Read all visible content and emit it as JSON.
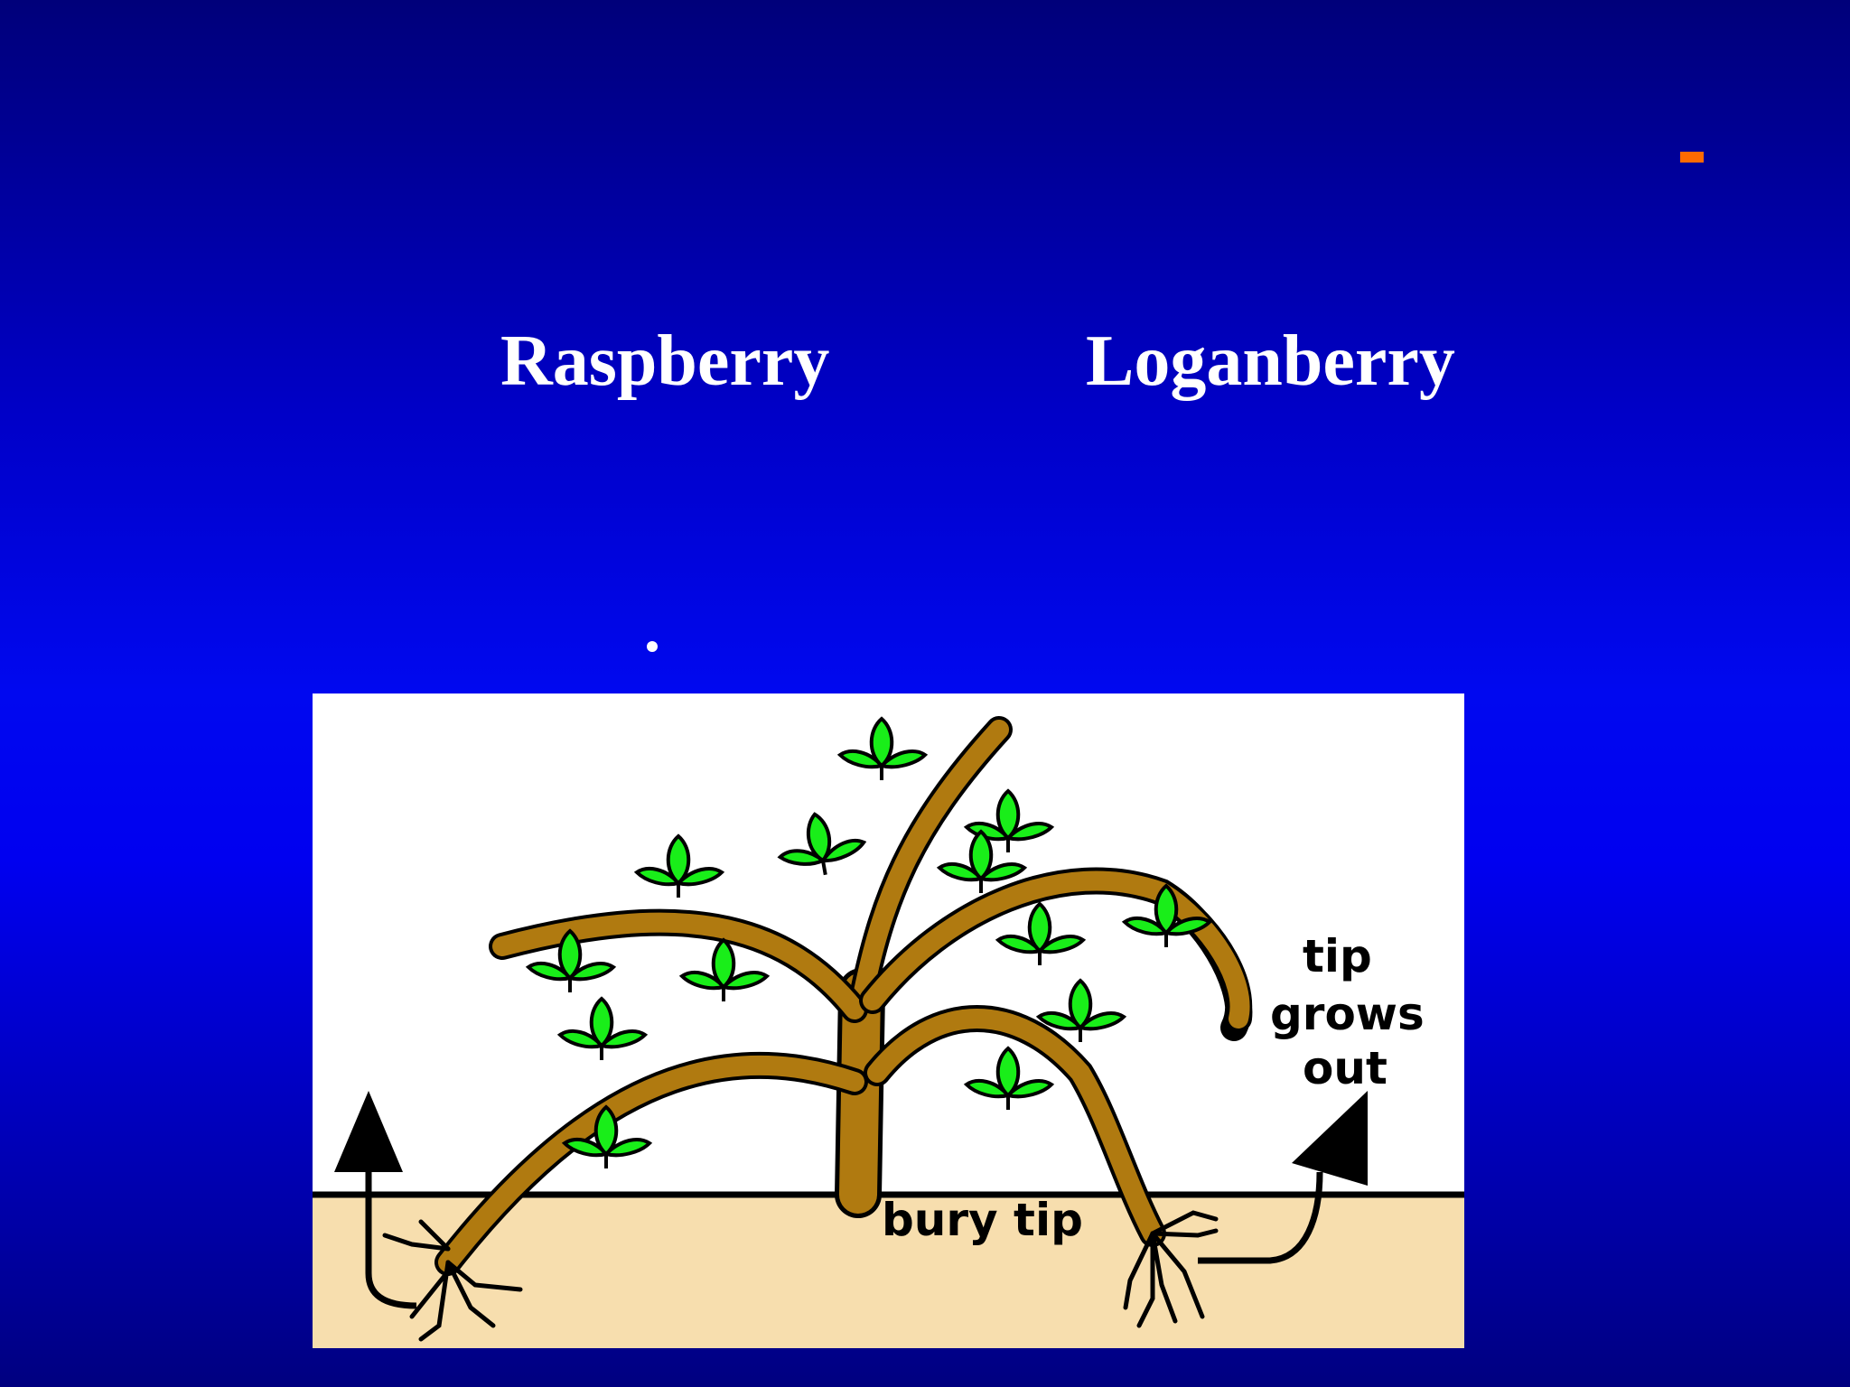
{
  "slide": {
    "titles": {
      "left": "Raspberry",
      "right": "Loganberry"
    },
    "accent_color": "#ff6a00",
    "bullet_color": "#ffffff",
    "background_colors": [
      "#00007a",
      "#0008f0",
      "#000080"
    ]
  },
  "diagram": {
    "sky_color": "#ffffff",
    "soil_color": "#f7deae",
    "stem_color": "#b07a10",
    "leaf_color": "#19ee19",
    "labels": {
      "tip_line1": "tip",
      "tip_line2": "grows",
      "tip_line3": "out",
      "bury": "bury tip"
    },
    "icons": [
      "arrow-up-icon",
      "curved-arrow-icon",
      "leaf-icon",
      "root-icon"
    ]
  }
}
